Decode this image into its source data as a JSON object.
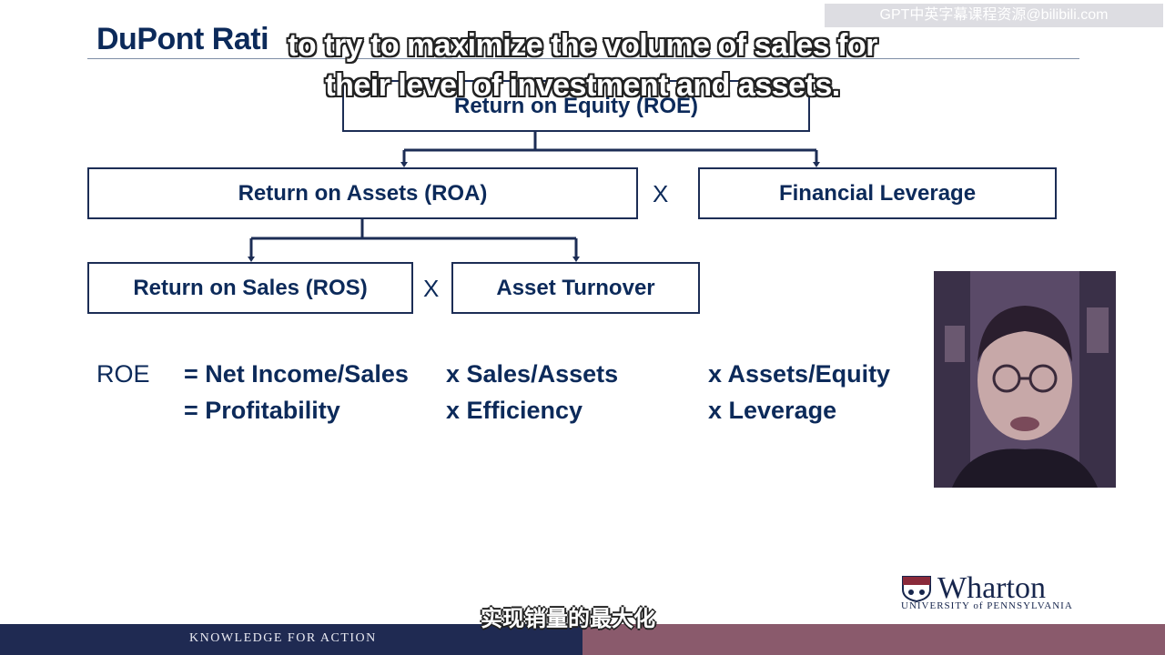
{
  "slide": {
    "title": "DuPont Rati",
    "boxes": {
      "roe": "Return on Equity (ROE)",
      "roa": "Return on Assets (ROA)",
      "leverage": "Financial Leverage",
      "ros": "Return on Sales (ROS)",
      "turnover": "Asset Turnover"
    },
    "operators": {
      "x1": "X",
      "x2": "X"
    },
    "formula": {
      "label": "ROE",
      "row1": [
        "= Net Income/Sales",
        "x Sales/Assets",
        "x Assets/Equity"
      ],
      "row2": [
        "= Profitability",
        "x  Efficiency",
        "x Leverage"
      ]
    }
  },
  "overlay": {
    "subtitle_en_line1": "to try to maximize the volume of sales for",
    "subtitle_en_line2": "their level of investment and assets.",
    "subtitle_zh": "实现销量的最大化",
    "watermark": "GPT中英字幕课程资源@bilibili.com"
  },
  "branding": {
    "logo_name": "Wharton",
    "logo_sub": "UNIVERSITY of PENNSYLVANIA",
    "footer_text": "KNOWLEDGE FOR ACTION"
  },
  "colors": {
    "text_navy": "#0c2a5a",
    "box_border": "#1c2d55",
    "footer_navy": "#1f2a52",
    "footer_mauve": "#8a5a6c"
  }
}
